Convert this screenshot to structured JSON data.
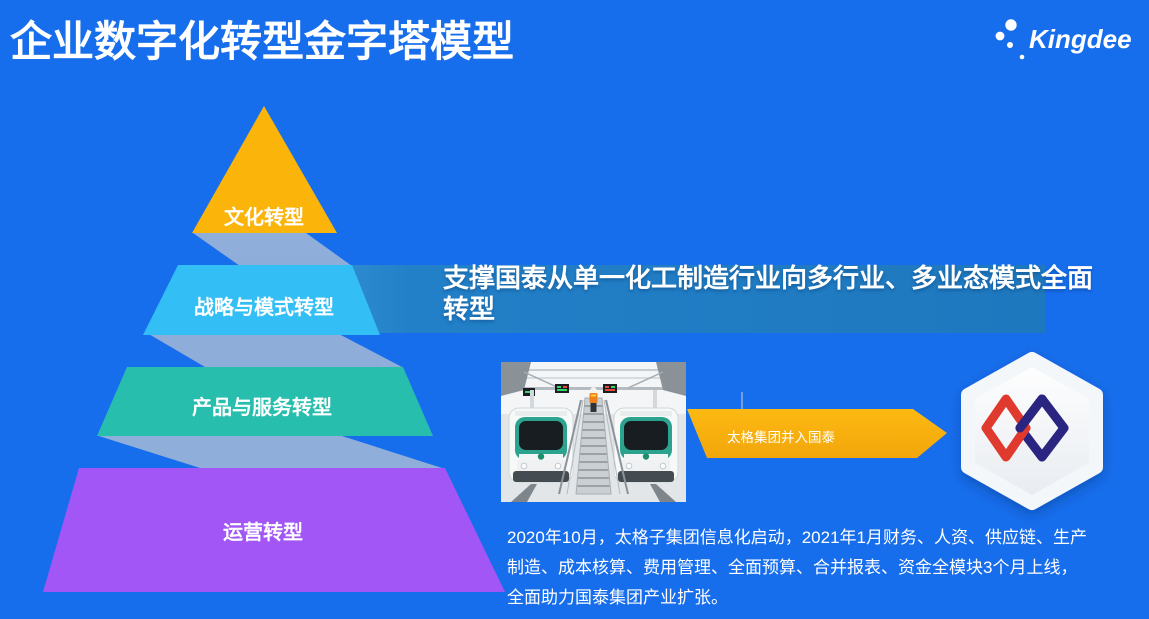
{
  "slide": {
    "title": "企业数字化转型金字塔模型",
    "background_color": "#176EEC"
  },
  "brand": {
    "name": "Kingdee",
    "icon": "kingdee-dots-icon"
  },
  "pyramid": {
    "layers": [
      {
        "label": "文化转型",
        "color": "#FBB40A"
      },
      {
        "label": "战略与模式转型",
        "color": "#33BFF5"
      },
      {
        "label": "产品与服务转型",
        "color": "#28BEAE"
      },
      {
        "label": "运营转型",
        "color": "#A156F5"
      }
    ],
    "connector_color": "#96B1D8"
  },
  "banner": {
    "text": "支撑国泰从单一化工制造行业向多行业、多业态模式全面转型"
  },
  "photo": {
    "name": "metro-depot-photo"
  },
  "callout": {
    "label": "太格集团并入国泰",
    "color": "#FBB216"
  },
  "badge": {
    "shape": "hexagon",
    "red": "#E03A2F",
    "navy": "#2A2580"
  },
  "footnote": {
    "text": "2020年10月，太格子集团信息化启动，2021年1月财务、人资、供应链、生产制造、成本核算、费用管理、全面预算、合并报表、资金全模块3个月上线，全面助力国泰集团产业扩张。"
  }
}
